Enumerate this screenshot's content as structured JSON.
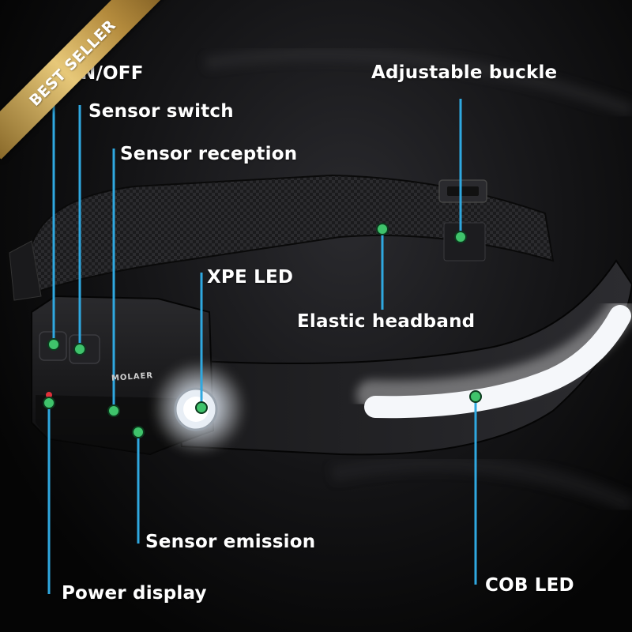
{
  "badge": {
    "text": "BEST SELLER"
  },
  "brand_mark": "MOLAER",
  "labels": {
    "on_off": "N/OFF",
    "sensor_switch": "Sensor switch",
    "sensor_reception": "Sensor reception",
    "xpe_led": "XPE LED",
    "adjustable_buckle": "Adjustable buckle",
    "elastic_headband": "Elastic headband",
    "cob_led": "COB LED",
    "sensor_emission": "Sensor emission",
    "power_display": "Power display"
  },
  "colors": {
    "callout_line": "#2fa8e0",
    "callout_dot": "#3fc36b",
    "badge_gold": "#e7c879",
    "label_text": "#ffffff"
  }
}
